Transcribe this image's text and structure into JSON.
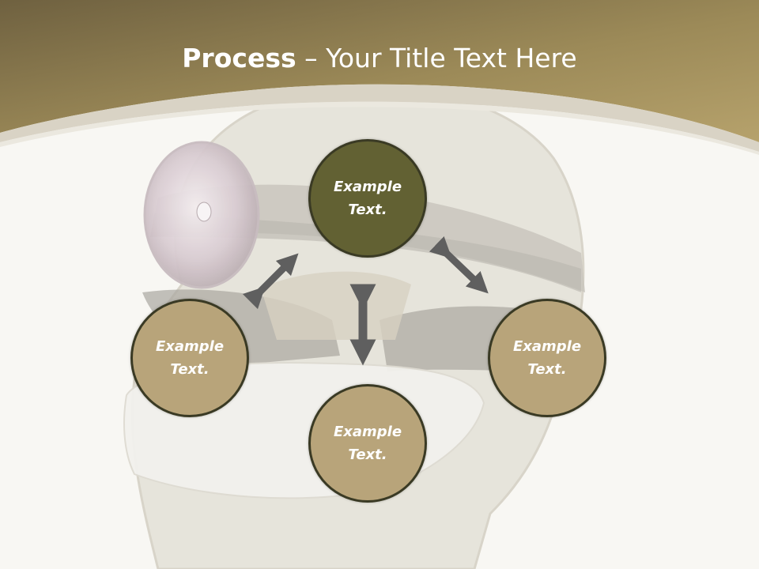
{
  "slide": {
    "title_bold": "Process",
    "title_rest": " – Your Title Text Here"
  },
  "nodes": {
    "top": {
      "line1": "Example",
      "line2": "Text."
    },
    "left": {
      "line1": "Example",
      "line2": "Text."
    },
    "bottom": {
      "line1": "Example",
      "line2": "Text."
    },
    "right": {
      "line1": "Example",
      "line2": "Text."
    }
  },
  "colors": {
    "header_band": "#a99561",
    "node_accent": "#626133",
    "node_fill": "#b8a47a",
    "arrow": "#5f5f5f",
    "background": "#f8f7f3"
  },
  "icons": [
    "double-arrow-icon"
  ]
}
